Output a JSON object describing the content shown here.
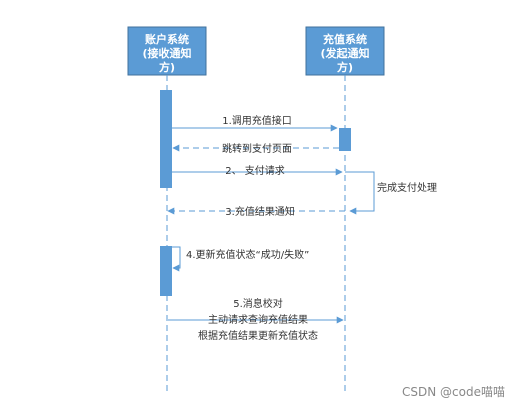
{
  "participants": {
    "account": {
      "name": "账户系统",
      "name_line2": "(接收通知",
      "name_line3": "方)"
    },
    "recharge": {
      "name": "充值系统",
      "name_line2": "(发起通知",
      "name_line3": "方)"
    }
  },
  "messages": [
    {
      "id": "m1",
      "text": "1.调用充值接口"
    },
    {
      "id": "m1r",
      "text": "跳转到支付页面"
    },
    {
      "id": "m2",
      "text": "2、 支付请求"
    },
    {
      "id": "m2self",
      "text": "完成支付处理"
    },
    {
      "id": "m3",
      "text": "3.充值结果通知"
    },
    {
      "id": "m4",
      "text": "4.更新充值状态“成功/失败”"
    },
    {
      "id": "m5a",
      "text": "5.消息校对"
    },
    {
      "id": "m5b",
      "text": "主动请求查询充值结果"
    },
    {
      "id": "m5c",
      "text": "根据充值结果更新充值状态"
    }
  ],
  "watermark": "CSDN @code喵喵",
  "colors": {
    "box": "#5b9bd5",
    "line": "#5b9bd5",
    "text": "#333333"
  }
}
